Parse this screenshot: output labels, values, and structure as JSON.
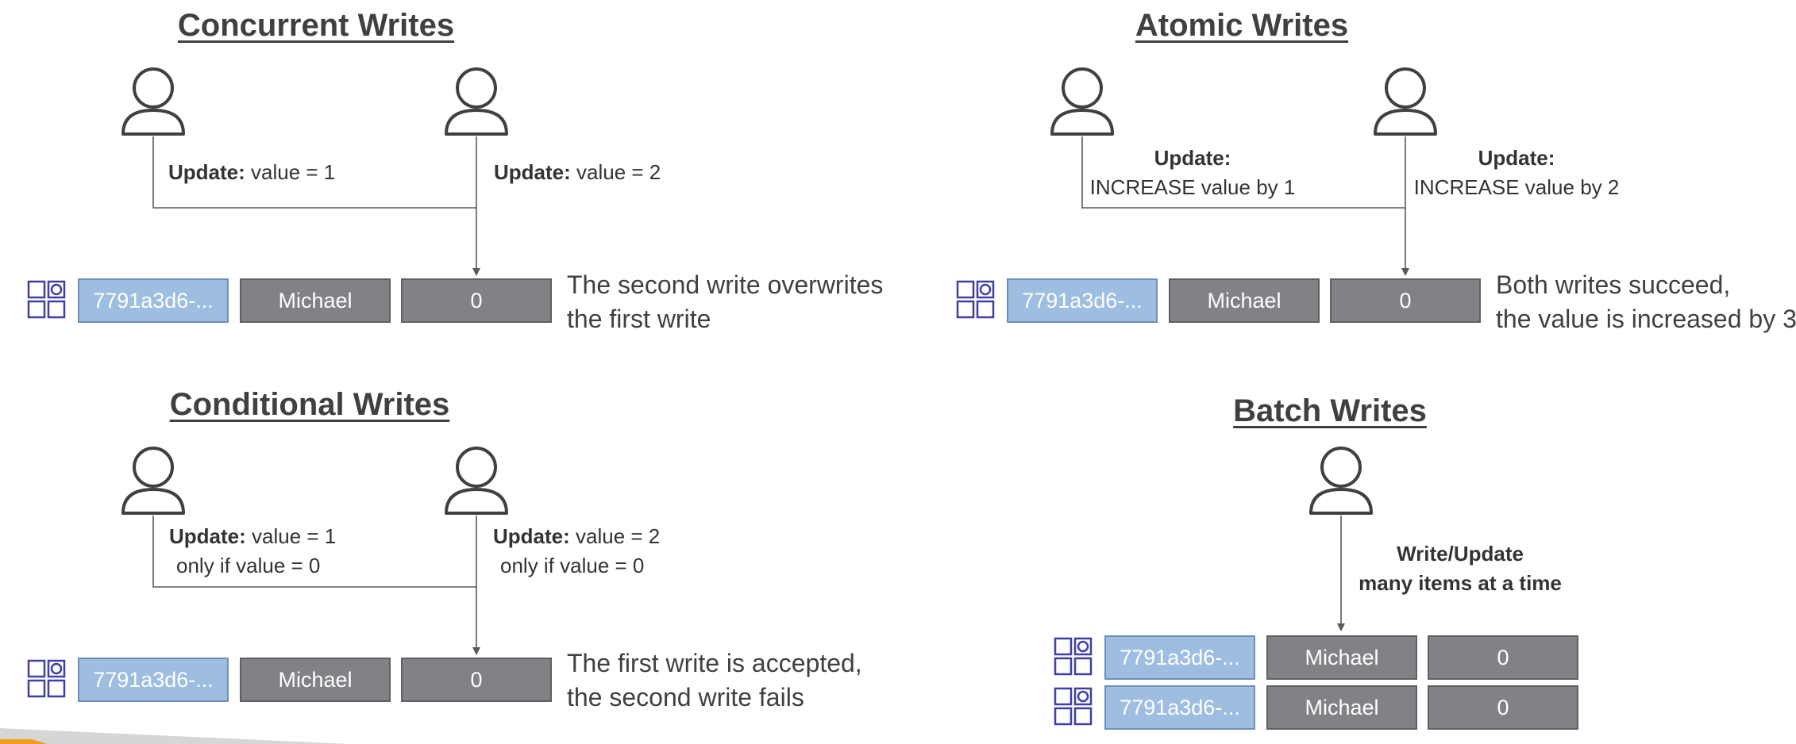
{
  "colors": {
    "text": "#404040",
    "key_cell": "#9dbde1",
    "gray_cell": "#808285",
    "table_icon": "#3f3fa5",
    "line": "#595959",
    "accent_bottom": "#f39c1f"
  },
  "icons": {
    "user": "user-icon",
    "table": "table-icon"
  },
  "item": {
    "key": "7791a3d6-...",
    "name": "Michael",
    "value": "0"
  },
  "concurrent": {
    "title": "Concurrent Writes",
    "update1_bold": "Update:",
    "update1_rest": " value = 1",
    "update2_bold": "Update:",
    "update2_rest": " value = 2",
    "result_line1": "The second write overwrites",
    "result_line2": "the first write"
  },
  "atomic": {
    "title": "Atomic Writes",
    "update1_bold": "Update:",
    "update1_rest": "INCREASE value by 1",
    "update2_bold": "Update:",
    "update2_rest": "INCREASE value by 2",
    "result_line1": "Both writes succeed,",
    "result_line2": "the value is increased by 3"
  },
  "conditional": {
    "title": "Conditional Writes",
    "update1_bold": "Update:",
    "update1_rest": " value = 1",
    "cond1": "only if value = 0",
    "update2_bold": "Update:",
    "update2_rest": " value = 2",
    "cond2": "only if value = 0",
    "result_line1": "The first write is accepted,",
    "result_line2": "the second write fails"
  },
  "batch": {
    "title": "Batch Writes",
    "label_line1": "Write/Update",
    "label_line2": "many items at a time"
  }
}
